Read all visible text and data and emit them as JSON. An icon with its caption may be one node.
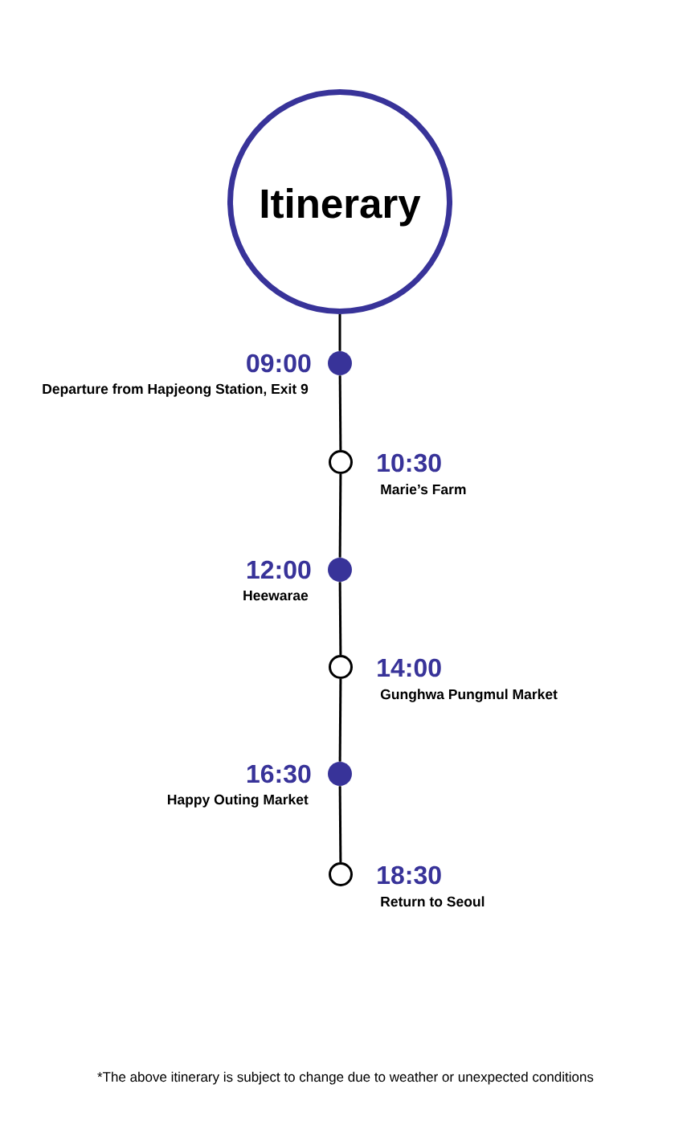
{
  "diagram": {
    "nodes": [
      {
        "text": [
          "Itinerary"
        ]
      },
      {
        "text": [],
        "shape": "dot",
        "beside": [
          "09:00",
          "Departure from Hapjeong Station, Exit 9"
        ]
      },
      {
        "text": [],
        "shape": "circle",
        "beside": [
          "10:30",
          "Marie’s Farm"
        ]
      },
      {
        "text": [],
        "shape": "dot",
        "beside": [
          "12:00",
          "Heewarae"
        ]
      },
      {
        "text": [],
        "shape": "circle",
        "beside": [
          "14:00",
          "Gunghwa Pungmul Market"
        ]
      },
      {
        "text": [],
        "shape": "dot",
        "beside": [
          "16:30",
          "Happy Outing Market"
        ]
      },
      {
        "text": [],
        "shape": "circle",
        "beside": [
          "18:30",
          "Return to Seoul"
        ]
      }
    ],
    "edges": [
      {
        "from": 0,
        "to": 1,
        "arrow": "none"
      },
      {
        "from": 1,
        "to": 2,
        "arrow": "none"
      },
      {
        "from": 2,
        "to": 3,
        "arrow": "none"
      },
      {
        "from": 3,
        "to": 4,
        "arrow": "none"
      },
      {
        "from": 4,
        "to": 5,
        "arrow": "none"
      },
      {
        "from": 5,
        "to": 6,
        "arrow": "none"
      }
    ],
    "labels": [
      "*The above itinerary is subject to change due to weather or unexpected conditions"
    ]
  }
}
